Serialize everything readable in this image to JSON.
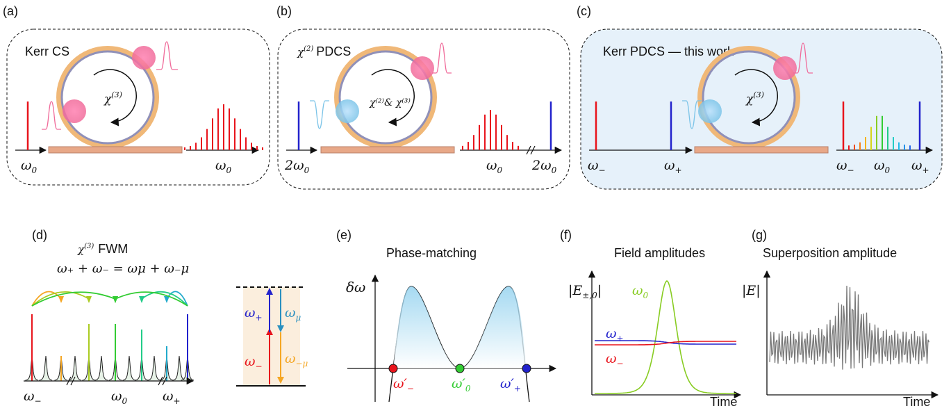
{
  "panels": {
    "a": {
      "tag": "(a)",
      "title": "Kerr CS",
      "chi": "χ",
      "chi_sup": "(3)",
      "axis_left": "ω",
      "axis_left_sub": "0",
      "axis_right": "ω",
      "axis_right_sub": "0"
    },
    "b": {
      "tag": "(b)",
      "title_chi": "χ",
      "title_chi_sup": "(2)",
      "title": "PDCS",
      "ring_text": "χ⁽²⁾& χ⁽³⁾",
      "axis_left": "2ω",
      "axis_left_sub": "0",
      "axis_mid": "ω",
      "axis_mid_sub": "0",
      "axis_right": "2ω",
      "axis_right_sub": "0"
    },
    "c": {
      "tag": "(c)",
      "title": "Kerr PDCS — this work",
      "chi": "χ",
      "chi_sup": "(3)",
      "axis_left_minus": "ω",
      "axis_left_minus_sub": "−",
      "axis_left_plus": "ω",
      "axis_left_plus_sub": "+",
      "axis_right_minus": "ω",
      "axis_right_minus_sub": "−",
      "axis_right_zero": "ω",
      "axis_right_zero_sub": "0",
      "axis_right_plus": "ω",
      "axis_right_plus_sub": "+"
    },
    "d": {
      "tag": "(d)",
      "title_chi": "χ",
      "title_chi_sup": "(3)",
      "title": "FWM",
      "equation": "ω₊ + ω₋ = ωμ + ω₋μ",
      "axis_minus": "ω",
      "axis_minus_sub": "−",
      "axis_zero": "ω",
      "axis_zero_sub": "0",
      "axis_plus": "ω",
      "axis_plus_sub": "+",
      "energy_plus": "ω",
      "energy_plus_sub": "+",
      "energy_minus": "ω",
      "energy_minus_sub": "−",
      "energy_mu": "ω",
      "energy_mu_sub": "μ",
      "energy_minus_mu": "ω",
      "energy_minus_mu_sub": "−μ"
    },
    "e": {
      "tag": "(e)",
      "title": "Phase-matching",
      "ylabel": "δω",
      "pt_minus": "ω′",
      "pt_minus_sub": "−",
      "pt_zero": "ω′",
      "pt_zero_sub": "0",
      "pt_plus": "ω′",
      "pt_plus_sub": "+"
    },
    "f": {
      "tag": "(f)",
      "title": "Field amplitudes",
      "ylabel": "|E",
      "ylabel_sub": "±,0",
      "ylabel_end": "|",
      "xlabel": "Time",
      "series_zero": "ω",
      "series_zero_sub": "0",
      "series_plus": "ω",
      "series_plus_sub": "+",
      "series_minus": "ω",
      "series_minus_sub": "−"
    },
    "g": {
      "tag": "(g)",
      "title": "Superposition amplitude",
      "ylabel": "|E|",
      "xlabel": "Time"
    }
  },
  "colors": {
    "red": "#e8141c",
    "blue": "#2222cc",
    "green": "#33cc33",
    "lime": "#88cc22",
    "ring_outer": "#f0b878",
    "ring_inner": "#9090b8",
    "waveguide": "#e8a888",
    "pink": "#f06b9a",
    "cyan": "#7cc4e8",
    "panel_c_bg": "#e6f1fa",
    "pump_orange": "#f5a623"
  }
}
